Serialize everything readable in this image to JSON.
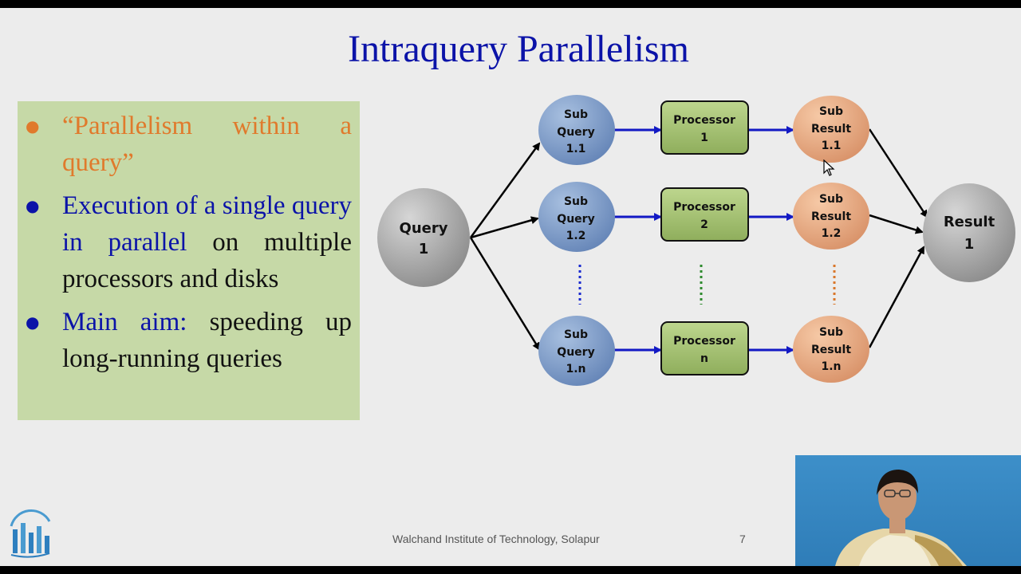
{
  "slide": {
    "title": "Intraquery Parallelism",
    "bullets": [
      {
        "text": "“Parallelism within a query”"
      },
      {
        "part1": "Execution of a single query in parallel",
        "part2": " on multiple processors and disks"
      },
      {
        "part1": "Main aim:",
        "part2": " speeding up long-running queries"
      }
    ],
    "footer": "Walchand Institute of Technology, Solapur",
    "page_number": "7"
  },
  "diagram": {
    "query": {
      "line1": "Query",
      "line2": "1"
    },
    "result": {
      "line1": "Result",
      "line2": "1"
    },
    "sub_queries": [
      {
        "line1": "Sub",
        "line2": "Query",
        "line3": "1.1"
      },
      {
        "line1": "Sub",
        "line2": "Query",
        "line3": "1.2"
      },
      {
        "line1": "Sub",
        "line2": "Query",
        "line3": "1.n"
      }
    ],
    "processors": [
      {
        "line1": "Processor",
        "line2": "1"
      },
      {
        "line1": "Processor",
        "line2": "2"
      },
      {
        "line1": "Processor",
        "line2": "n"
      }
    ],
    "sub_results": [
      {
        "line1": "Sub",
        "line2": "Result",
        "line3": "1.1"
      },
      {
        "line1": "Sub",
        "line2": "Result",
        "line3": "1.2"
      },
      {
        "line1": "Sub",
        "line2": "Result",
        "line3": "1.n"
      }
    ],
    "colors": {
      "sub_query": "#7b9cc9",
      "processor": "#a4c272",
      "sub_result": "#e8a87c",
      "query": "#9a9a9a",
      "arrow_blue": "#1219c4",
      "dots_blue": "#1a2ad0",
      "dots_green": "#2e8a2e",
      "dots_orange": "#d9772b"
    }
  }
}
